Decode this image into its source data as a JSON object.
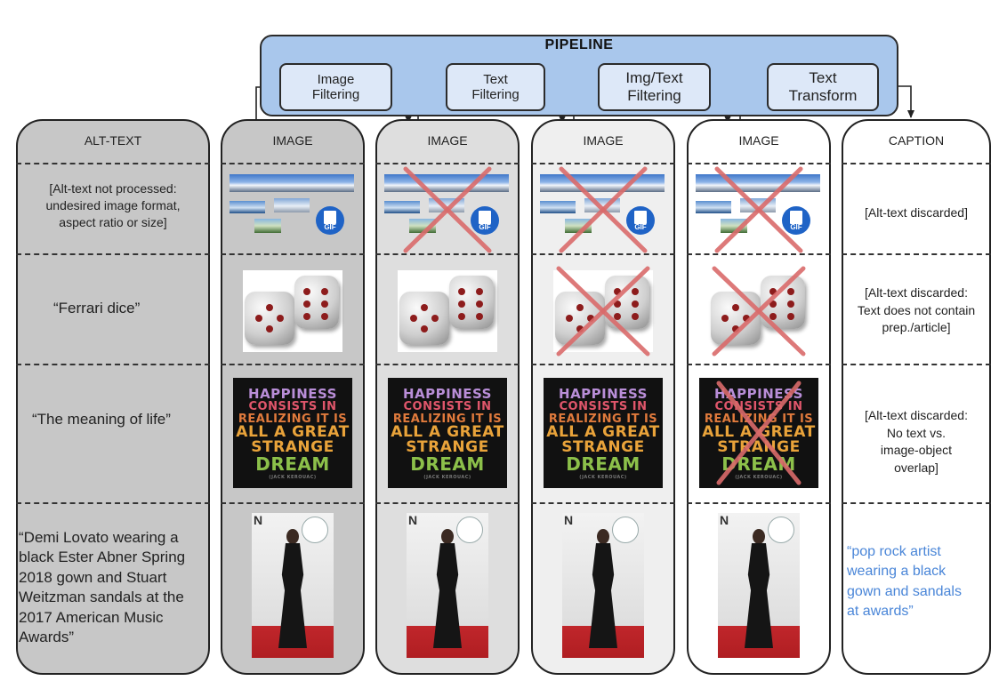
{
  "pipeline": {
    "title": "PIPELINE",
    "steps": [
      {
        "label": "Image\nFiltering"
      },
      {
        "label": "Text\nFiltering"
      },
      {
        "label": "Img/Text\nFiltering"
      },
      {
        "label": "Text\nTransform"
      }
    ]
  },
  "columns": {
    "alt_text": {
      "title": "ALT-TEXT",
      "rows": [
        "[Alt-text not processed:\nundesired image format,\naspect ratio or size]",
        "“Ferrari dice”",
        "“The meaning of life”",
        "“Demi Lovato wearing a\nblack Ester Abner Spring\n2018 gown and Stuart\nWeitzman sandals at the\n2017 American Music\nAwards”"
      ]
    },
    "image_titles": [
      "IMAGE",
      "IMAGE",
      "IMAGE",
      "IMAGE"
    ],
    "caption": {
      "title": "CAPTION",
      "rows": [
        "[Alt-text discarded]",
        "[Alt-text discarded:\nText does not contain\nprep./article]",
        "[Alt-text discarded:\nNo text vs.\nimage-object\noverlap]",
        "“pop rock artist\nwearing a black\ngown and sandals\nat awards”"
      ]
    }
  },
  "images": {
    "gif_label": "GIF",
    "poster_lines": [
      "HAPPINESS",
      "CONSISTS IN",
      "REALIZING IT IS",
      "ALL A GREAT",
      "STRANGE",
      "DREAM",
      "(JACK KEROUAC)"
    ],
    "photo_letter": "N",
    "filtered_rows": [
      [
        false,
        true,
        true,
        true
      ],
      [
        false,
        false,
        true,
        true
      ],
      [
        false,
        false,
        false,
        true
      ],
      [
        false,
        false,
        false,
        false
      ]
    ]
  },
  "colors": {
    "pipeline_fill": "#a9c7ec",
    "step_fill": "#dde8f8",
    "alt_text_fill": "#c7c7c7",
    "image_fills": [
      "#c7c7c7",
      "#dedede",
      "#efefef",
      "#ffffff"
    ],
    "cross": "#d96a6a",
    "caption_output": "#4a86d8"
  }
}
